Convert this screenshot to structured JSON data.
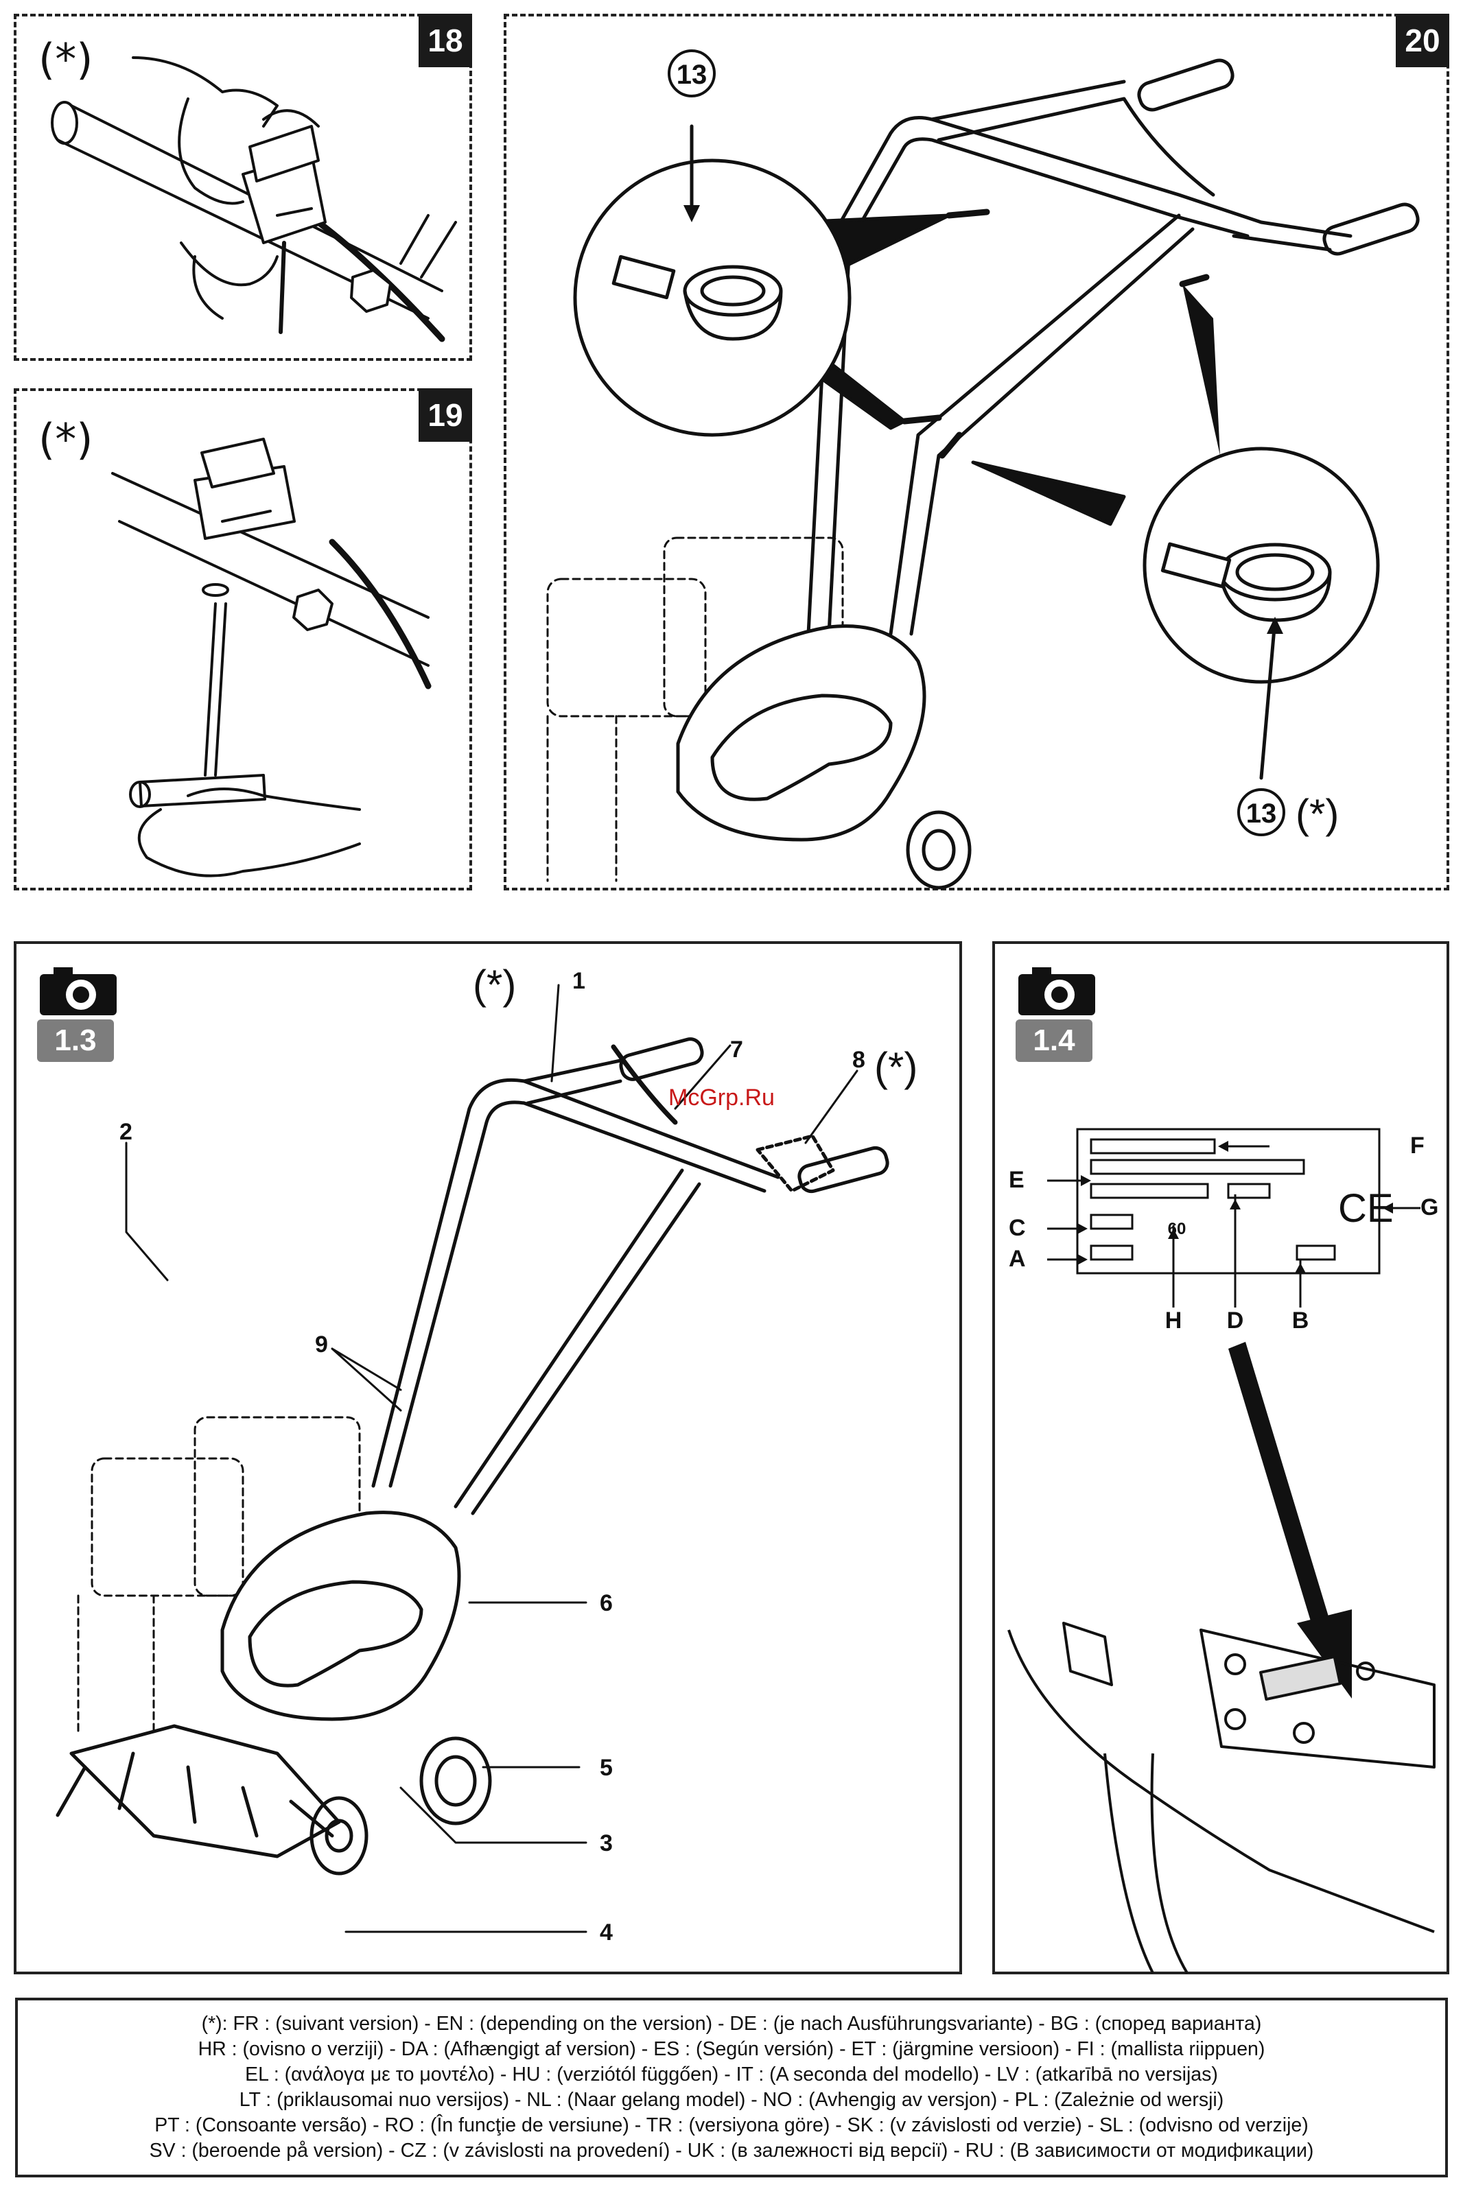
{
  "panels": {
    "p18": {
      "number": "18",
      "note": "(*)"
    },
    "p19": {
      "number": "19",
      "note": "(*)"
    },
    "p20": {
      "number": "20",
      "callout_top": "13",
      "callout_bottom": "13",
      "callout_bottom_note": "(*)"
    },
    "p13": {
      "tag": "1.3",
      "labels": {
        "l1": "1",
        "l1_note": "(*)",
        "l2": "2",
        "l3": "3",
        "l4": "4",
        "l5": "5",
        "l6": "6",
        "l7": "7",
        "l8": "8",
        "l8_note": "(*)",
        "l9": "9"
      }
    },
    "p14": {
      "tag": "1.4",
      "labels": {
        "A": "A",
        "B": "B",
        "C": "C",
        "D": "D",
        "E": "E",
        "F": "F",
        "G": "G",
        "H": "H"
      },
      "plate_value": "60",
      "ce_mark": "CE"
    }
  },
  "watermark": "McGrp.Ru",
  "legend_lines": [
    "(*): FR : (suivant version) - EN : (depending on the version) - DE : (je nach Ausführungsvariante) - BG : (според варианта)",
    "HR : (ovisno o verziji) - DA : (Afhængigt af version) - ES : (Según versión) - ET : (järgmine versioon) - FI : (mallista riippuen)",
    "EL : (ανάλογα με το μοντέλο) - HU : (verziótól függően) - IT : (A seconda del modello) - LV : (atkarībā no versijas)",
    "LT : (priklausomai nuo versijos) - NL : (Naar gelang model) - NO : (Avhengig av versjon) - PL : (Zależnie od wersji)",
    "PT : (Consoante versão) - RO : (În funcţie de versiune) - TR : (versiyona göre) - SK : (v závislosti od verzie) - SL : (odvisno od verzije)",
    "SV : (beroende på version) - CZ : (v závislosti na provedení) - UK : (в залежності від версії) - RU : (В зависимости от модификации)"
  ],
  "icons": [
    "camera-icon",
    "cable-tie-icon",
    "ce-mark-icon",
    "hand-icon",
    "wrench-icon"
  ]
}
